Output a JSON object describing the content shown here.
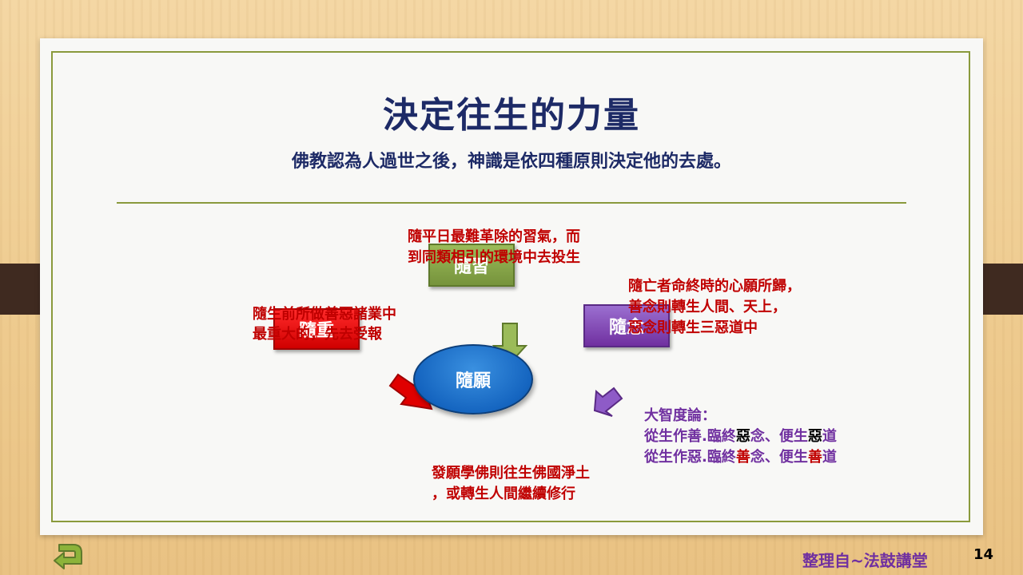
{
  "slide": {
    "title": "決定往生的力量",
    "subtitle": "佛教認為人過世之後，神識是依四種原則決定他的去處。"
  },
  "diagram": {
    "center": {
      "label": "隨願"
    },
    "habit": {
      "label": "隨習",
      "desc_line1": "隨平日最難革除的習氣，而",
      "desc_line2": "到同類相引的環境中去投生"
    },
    "weight": {
      "label": "隨重",
      "desc_line1": "隨生前所做善惡諸業中",
      "desc_line2": "最重大的，先去受報"
    },
    "thought": {
      "label": "隨念",
      "desc_line1": "隨亡者命終時的心願所歸，",
      "desc_line2": "善念則轉生人間、天上，",
      "desc_line3": "惡念則轉生三惡道中"
    },
    "vow_desc_line1": "發願學佛則往生佛國淨土",
    "vow_desc_line2": "，或轉生人間繼續修行",
    "quote": {
      "source": "大智度論：",
      "l1a": "從生作善.臨終",
      "l1b": "惡",
      "l1c": "念、便生",
      "l1d": "惡",
      "l1e": "道",
      "l2a": "從生作惡.臨終",
      "l2b": "善",
      "l2c": "念、便生",
      "l2d": "善",
      "l2e": "道"
    }
  },
  "footer": {
    "credit": "整理自~法鼓講堂",
    "page_number": "14",
    "back_icon": "return-arrow-icon"
  },
  "colors": {
    "title": "#1d2a66",
    "red": "#c00000",
    "purple": "#7030a0",
    "green": "#76933c",
    "blue": "#1565c0",
    "frame": "#8a9a3c"
  }
}
